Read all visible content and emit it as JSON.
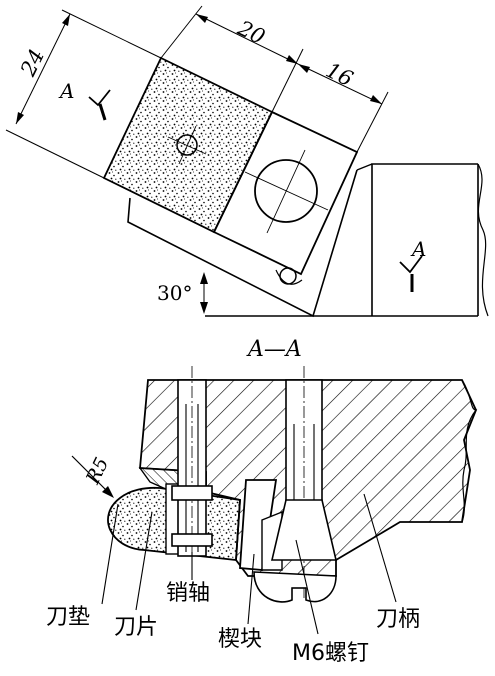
{
  "top_view": {
    "dimensions": {
      "d24": "24",
      "d20": "20",
      "d16": "16",
      "angle": "30°"
    },
    "section_marks": {
      "mark_left": "A",
      "mark_right": "A"
    }
  },
  "section_view": {
    "title": "A—A",
    "radius": "R5",
    "labels": {
      "pad": "刀垫",
      "insert": "刀片",
      "pin": "销轴",
      "wedge": "楔块",
      "screw": "M6螺钉",
      "shank": "刀柄"
    }
  },
  "colors": {
    "line": "#000000",
    "background": "#ffffff"
  }
}
